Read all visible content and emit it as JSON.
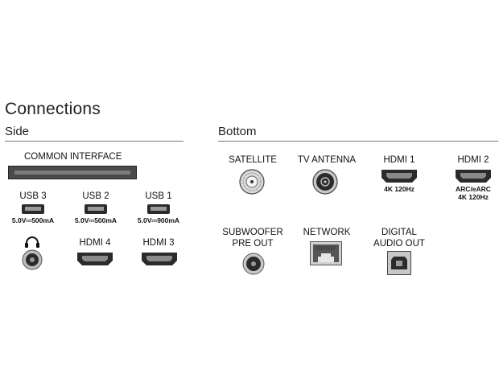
{
  "title": "Connections",
  "sections": {
    "side": "Side",
    "bottom": "Bottom"
  },
  "side": {
    "common_interface": "COMMON INTERFACE",
    "usb": [
      {
        "label": "USB 3",
        "spec": "5.0V⎓500mA"
      },
      {
        "label": "USB 2",
        "spec": "5.0V⎓500mA"
      },
      {
        "label": "USB 1",
        "spec": "5.0V⎓900mA"
      }
    ],
    "headphone_icon": "headphone-icon",
    "hdmi": [
      {
        "label": "HDMI 4"
      },
      {
        "label": "HDMI 3"
      }
    ]
  },
  "bottom": {
    "satellite": "SATELLITE",
    "tv_antenna": "TV ANTENNA",
    "hdmi1": {
      "label": "HDMI 1",
      "spec": "4K 120Hz"
    },
    "hdmi2": {
      "label": "HDMI 2",
      "spec_line1": "ARC/eARC",
      "spec_line2": "4K 120Hz"
    },
    "subwoofer": {
      "line1": "SUBWOOFER",
      "line2": "PRE OUT"
    },
    "network": "NETWORK",
    "digital": {
      "line1": "DIGITAL",
      "line2": "AUDIO OUT"
    }
  },
  "colors": {
    "port_dark": "#2b2b2b",
    "port_mid": "#555555",
    "port_light": "#c8c8c8",
    "rule": "#7a7a7a"
  }
}
